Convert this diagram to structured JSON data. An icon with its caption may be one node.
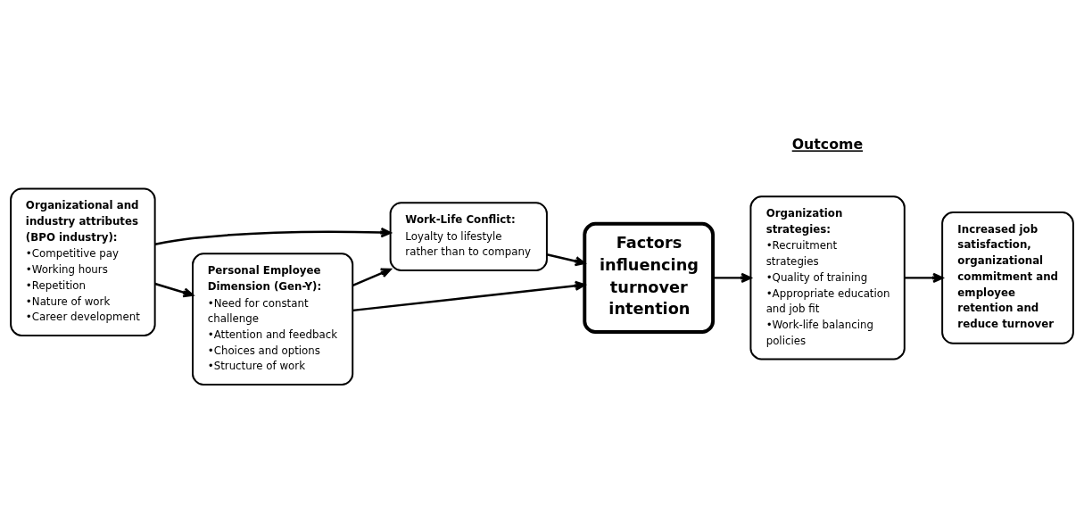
{
  "diagram": {
    "nodes": [
      {
        "text": [
          "Organizational and industry attributes (BPO industry):",
          "•Competitive pay",
          "•Working hours",
          "•Repetition",
          "•Nature of work",
          "•Career development"
        ]
      },
      {
        "text": [
          "Personal Employee Dimension (Gen-Y):",
          "•Need for constant challenge",
          "•Attention and feedback",
          "•Choices and options",
          "•Structure of work"
        ]
      },
      {
        "text": [
          "Work-Life Conflict:",
          "Loyalty to lifestyle rather than to company"
        ]
      },
      {
        "text": [
          "Factors influencing turnover intention"
        ]
      },
      {
        "text": [
          "Organization strategies:",
          "•Recruitment strategies",
          "•Quality of training",
          "•Appropriate education and job fit",
          "•Work-life balancing policies"
        ]
      },
      {
        "text": [
          "Increased job satisfaction, organizational commitment and employee retention and reduce turnover"
        ]
      }
    ],
    "edges": [
      {
        "from": 0,
        "to": 1,
        "arrow": "to"
      },
      {
        "from": 0,
        "to": 2,
        "arrow": "to"
      },
      {
        "from": 1,
        "to": 2,
        "arrow": "to"
      },
      {
        "from": 1,
        "to": 3,
        "arrow": "to"
      },
      {
        "from": 2,
        "to": 3,
        "arrow": "to"
      },
      {
        "from": 3,
        "to": 4,
        "arrow": "to"
      },
      {
        "from": 4,
        "to": 5,
        "arrow": "to"
      }
    ],
    "labels": [
      "Outcome"
    ]
  }
}
